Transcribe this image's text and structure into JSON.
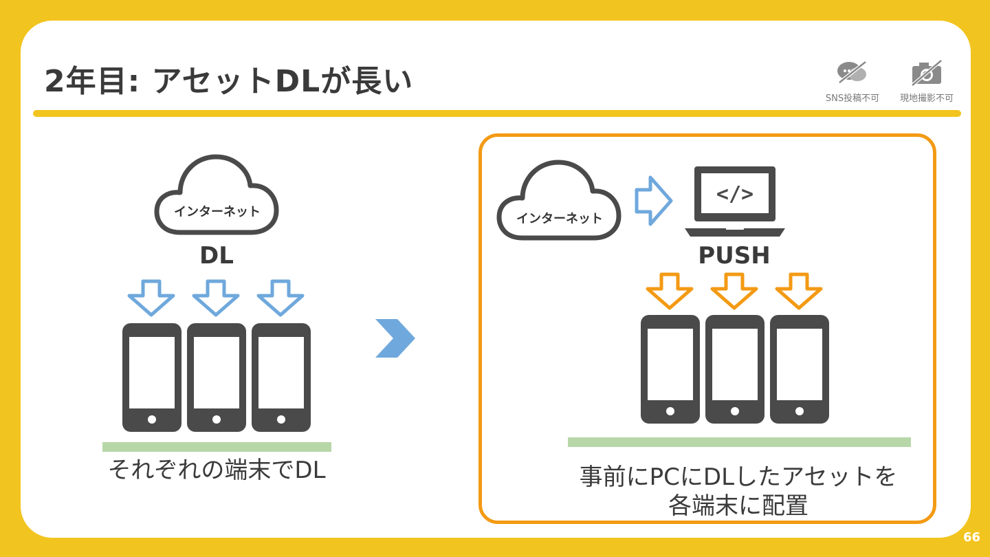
{
  "slide": {
    "title": "2年目: アセットDLが長い",
    "page_number": "66",
    "notices": [
      {
        "icon": "no-sns-icon",
        "label": "SNS投稿不可"
      },
      {
        "icon": "no-photo-icon",
        "label": "現地撮影不可"
      }
    ]
  },
  "left": {
    "cloud_label": "インターネット",
    "action_label": "DL",
    "caption": "それぞれの端末でDL"
  },
  "right": {
    "cloud_label": "インターネット",
    "laptop_symbol": "</>",
    "action_label": "PUSH",
    "caption_line1": "事前にPCにDLしたアセットを",
    "caption_line2": "各端末に配置"
  },
  "colors": {
    "background": "#f2c41f",
    "accent_orange": "#f39a14",
    "accent_blue": "#6fa8dc",
    "device_dark": "#4a4a4a",
    "highlight_green": "#b7d7a8"
  }
}
